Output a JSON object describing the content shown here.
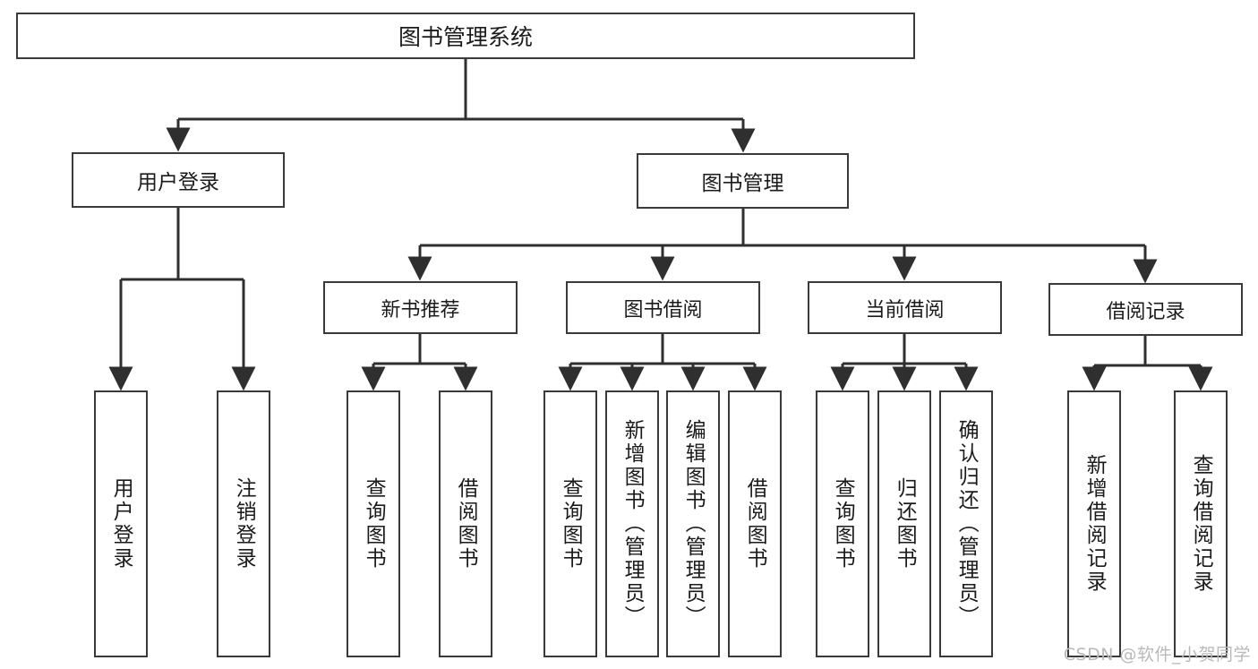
{
  "diagram": {
    "title": "图书管理系统",
    "type": "tree",
    "watermark": "CSDN @软件_小贺同学",
    "colors": {
      "box_border": "#3a3a3a",
      "box_fill": "#ffffff",
      "edge": "#2f2f2f",
      "text": "#1b1b1b",
      "watermark": "#b9b9b9",
      "background": "#ffffff"
    },
    "nodes": {
      "root": {
        "label": "图书管理系统"
      },
      "level1": [
        {
          "id": "user-login",
          "label": "用户登录"
        },
        {
          "id": "book-manage",
          "label": "图书管理"
        }
      ],
      "level2": [
        {
          "id": "new-book-recommend",
          "label": "新书推荐"
        },
        {
          "id": "book-borrow",
          "label": "图书借阅"
        },
        {
          "id": "current-borrow",
          "label": "当前借阅"
        },
        {
          "id": "borrow-record",
          "label": "借阅记录"
        }
      ],
      "leaves": [
        {
          "id": "leaf-user-login",
          "label": "用户登录",
          "parent": "user-login"
        },
        {
          "id": "leaf-logout-login",
          "label": "注销登录",
          "parent": "user-login"
        },
        {
          "id": "leaf-query-book-1",
          "label": "查询图书",
          "parent": "new-book-recommend"
        },
        {
          "id": "leaf-borrow-book-1",
          "label": "借阅图书",
          "parent": "new-book-recommend"
        },
        {
          "id": "leaf-query-book-2",
          "label": "查询图书",
          "parent": "book-borrow"
        },
        {
          "id": "leaf-add-book",
          "label": "新增图书（管理员）",
          "parent": "book-borrow"
        },
        {
          "id": "leaf-edit-book",
          "label": "编辑图书（管理员）",
          "parent": "book-borrow"
        },
        {
          "id": "leaf-borrow-book-2",
          "label": "借阅图书",
          "parent": "book-borrow"
        },
        {
          "id": "leaf-query-book-3",
          "label": "查询图书",
          "parent": "current-borrow"
        },
        {
          "id": "leaf-return-book",
          "label": "归还图书",
          "parent": "current-borrow"
        },
        {
          "id": "leaf-confirm-return",
          "label": "确认归还（管理员）",
          "parent": "current-borrow"
        },
        {
          "id": "leaf-add-record",
          "label": "新增借阅记录",
          "parent": "borrow-record"
        },
        {
          "id": "leaf-query-record",
          "label": "查询借阅记录",
          "parent": "borrow-record"
        }
      ]
    }
  }
}
